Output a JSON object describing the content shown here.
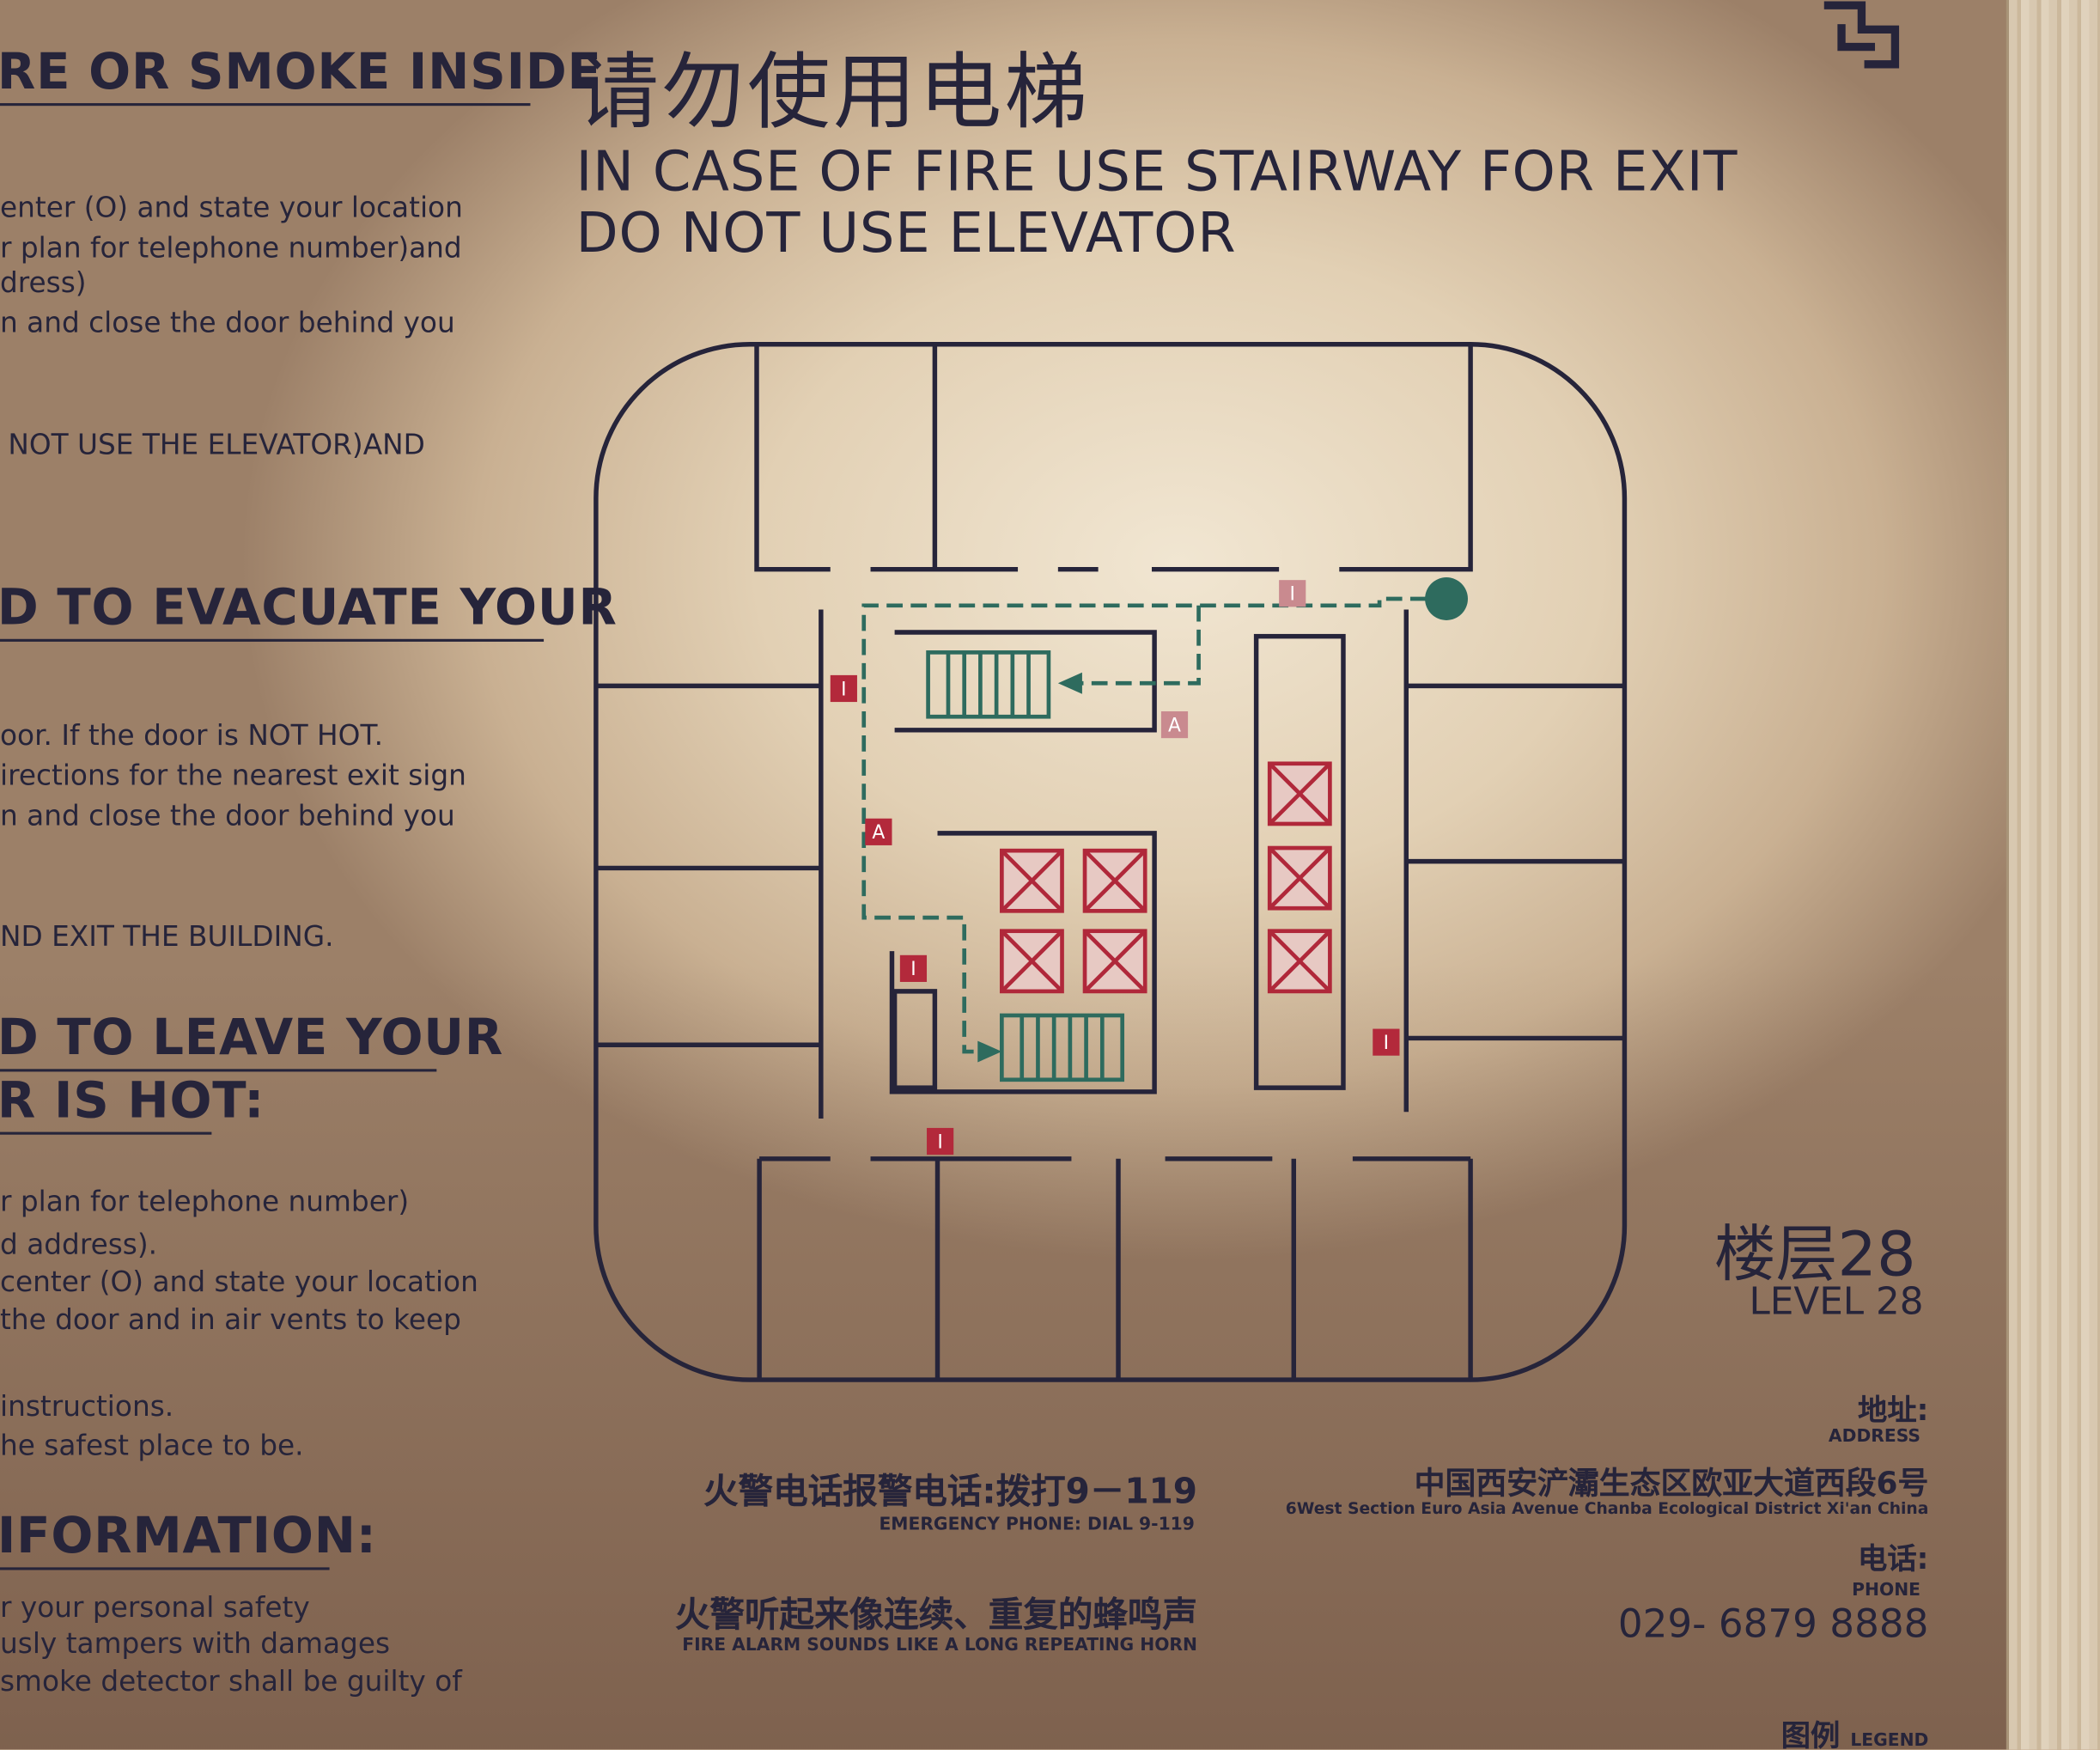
{
  "left_panel": {
    "heading1": "RE OR SMOKE INSIDE",
    "lines1": [
      "enter (O) and state your location",
      "r plan for telephone number)and",
      "dress)",
      "n and close the door behind you"
    ],
    "line_elevator": "NOT USE THE ELEVATOR)AND",
    "heading2": "D TO EVACUATE YOUR",
    "lines2": [
      "oor. If the door is NOT HOT.",
      "irections for the nearest exit sign",
      "n and close the door behind you"
    ],
    "line_exit": "ND EXIT THE BUILDING.",
    "heading3a": "D TO LEAVE YOUR",
    "heading3b": "R IS HOT:",
    "lines3": [
      "r plan for telephone number)",
      "d address).",
      "center (O) and state your location",
      "the door and in air vents to keep"
    ],
    "lines4": [
      "instructions.",
      "he safest place to be."
    ],
    "heading4": "IFORMATION:",
    "lines5": [
      "r your personal safety",
      "usly tampers with damages",
      "smoke detector shall be guilty of"
    ]
  },
  "header": {
    "cn_title": "请勿使用电梯",
    "en_line1": "IN CASE OF FIRE USE STAIRWAY FOR EXIT",
    "en_line2": "DO NOT USE ELEVATOR"
  },
  "floor": {
    "cn": "楼层28",
    "en": "LEVEL 28"
  },
  "emergency": {
    "cn": "火警电话报警电话:拨打9－119",
    "en": "EMERGENCY PHONE: DIAL 9-119"
  },
  "alarm": {
    "cn": "火警听起来像连续、重复的蜂鸣声",
    "en": "FIRE ALARM SOUNDS LIKE A LONG REPEATING HORN"
  },
  "address": {
    "label_cn": "地址:",
    "label_en": "ADDRESS",
    "cn": "中国西安浐灞生态区欧亚大道西段6号",
    "en": "6West Section  Euro Asia Avenue Chanba Ecological District  Xi'an China"
  },
  "phone": {
    "label_cn": "电话:",
    "label_en": "PHONE",
    "number": "029- 6879 8888"
  },
  "legend": {
    "cn": "图例",
    "en": "LEGEND"
  },
  "map_markers": {
    "alarm": "A",
    "extinguisher": "I"
  },
  "colors": {
    "ink": "#26243a",
    "route": "#2e6b5e",
    "elevator": "#b0283a",
    "marker": "#b3293b"
  }
}
